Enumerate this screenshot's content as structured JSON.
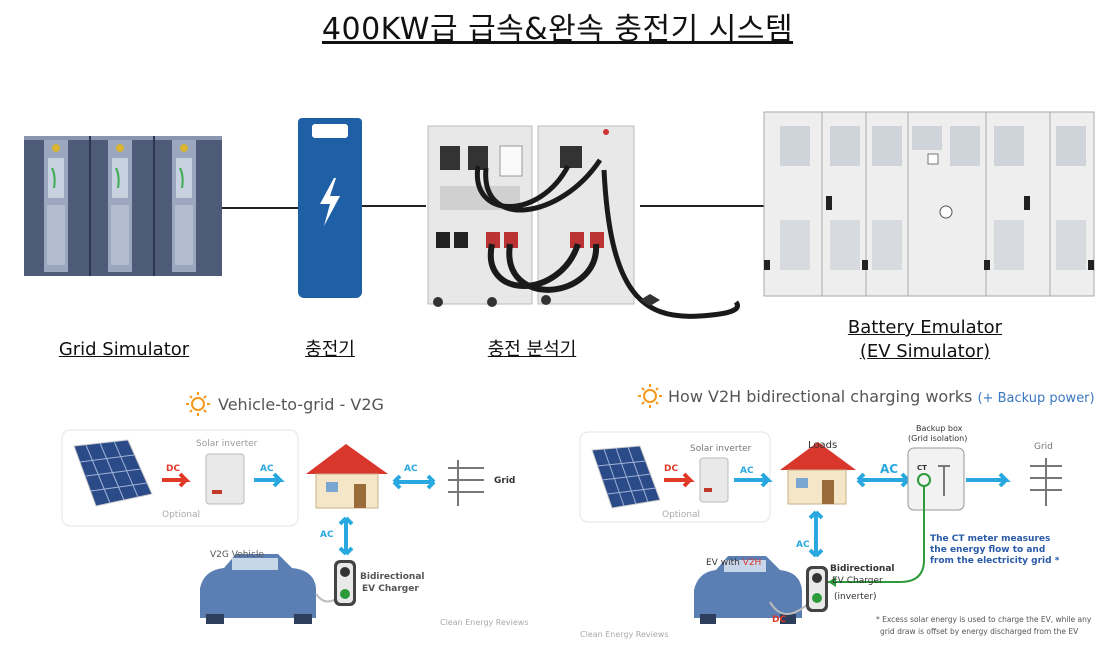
{
  "title": "400KW급 급속&완속 충전기 시스템",
  "top_labels": {
    "grid_simulator": "Grid Simulator",
    "charger": "충전기",
    "analyzer": "충전 분석기",
    "battery_emulator_line1": "Battery Emulator",
    "battery_emulator_line2": "(EV Simulator)"
  },
  "v2g": {
    "title": "Vehicle-to-grid - V2G",
    "solar_inverter": "Solar inverter",
    "dc": "DC",
    "ac1": "AC",
    "ac2": "AC",
    "ac3": "AC",
    "grid": "Grid",
    "optional": "Optional",
    "vehicle": "V2G Vehicle",
    "charger_line1": "Bidirectional",
    "charger_line2": "EV Charger",
    "credit": "Clean Energy Reviews"
  },
  "v2h": {
    "title": "How V2H bidirectional charging works",
    "title_sub": "(+ Backup power)",
    "solar_inverter": "Solar inverter",
    "dc1": "DC",
    "ac1": "AC",
    "loads": "Loads",
    "ac2": "AC",
    "backup_line1": "Backup box",
    "backup_line2": "(Grid isolation)",
    "ct": "CT",
    "grid": "Grid",
    "optional": "Optional",
    "ac3": "AC",
    "ct_note_line1": "The CT meter measures",
    "ct_note_line2": "the energy flow to and",
    "ct_note_line3": "from the electricity grid *",
    "ev_prefix": "EV with ",
    "ev_v2h": "V2H",
    "charger_line1": "Bidirectional",
    "charger_line2": "EV Charger",
    "charger_line3": "(inverter)",
    "dc2": "DC",
    "credit": "Clean Energy Reviews",
    "footnote_line1": "* Excess solar energy is used to charge the EV, while any",
    "footnote_line2": "grid draw is offset by energy discharged from the EV"
  },
  "colors": {
    "charger_blue": "#1f5fa6",
    "arrow_blue": "#29a8e0",
    "arrow_red": "#e03a2a",
    "ct_green": "#2e9b3a",
    "cable": "#1a1a1a",
    "roof_red": "#d9362c"
  }
}
